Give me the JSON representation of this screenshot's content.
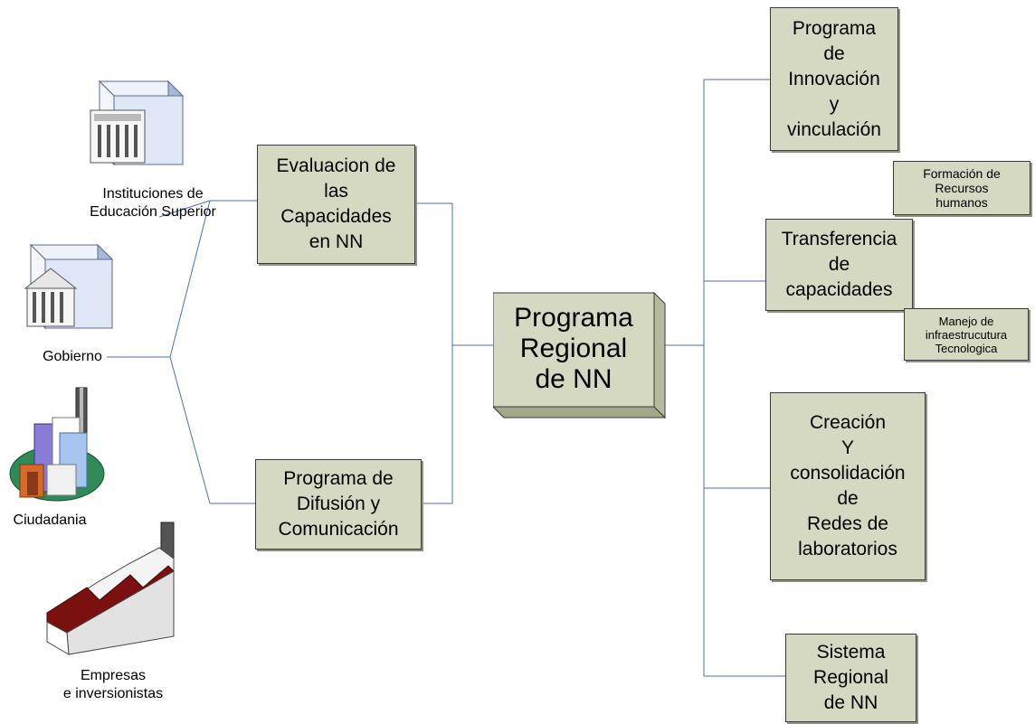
{
  "stakeholders": {
    "universities": "Instituciones de\nEducación Superior",
    "government": "Gobierno",
    "citizens": "Ciudadania",
    "companies": "Empresas\ne inversionistas"
  },
  "inputs": {
    "evaluation": "Evaluacion de\nlas\nCapacidades\nen NN",
    "diffusion": "Programa de\nDifusión y\nComunicación"
  },
  "center": "Programa\nRegional\nde NN",
  "outputs": {
    "innovation": "Programa\nde\nInnovación\ny\nvinculación",
    "hr_training": "Formación de\nRecursos\nhumanos",
    "transfer": "Transferencia\nde\ncapacidades",
    "infrastructure": "Manejo de\ninfraestrucutura\nTecnologica",
    "networks": "Creación\nY\nconsolidación\nde\nRedes de\nlaboratorios",
    "regional_system": "Sistema\nRegional\nde NN"
  },
  "colors": {
    "box_fill": "#d6d9c1",
    "connector": "#4a6fb5",
    "roof": "#7a1010",
    "building": "#c9d7ee"
  },
  "icons": {
    "universities": "university-building-icon",
    "government": "government-building-icon",
    "citizens": "city-skyline-icon",
    "companies": "factory-icon"
  }
}
